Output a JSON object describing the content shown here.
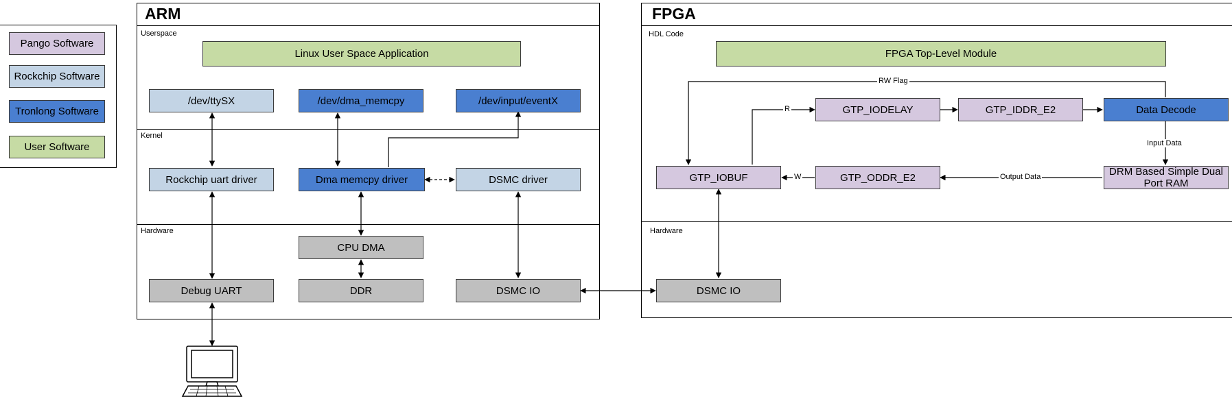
{
  "legend": {
    "items": [
      {
        "label": "Pango Software",
        "color": "#d5c8df"
      },
      {
        "label": "Rockchip Software",
        "color": "#c3d4e5"
      },
      {
        "label": "Tronlong Software",
        "color": "#4a7fd0"
      },
      {
        "label": "User Software",
        "color": "#c6dba4"
      }
    ]
  },
  "arm": {
    "title": "ARM",
    "userspace": {
      "label": "Userspace",
      "app": "Linux User Space Application",
      "nodes": [
        "/dev/ttySX",
        "/dev/dma_memcpy",
        "/dev/input/eventX"
      ]
    },
    "kernel": {
      "label": "Kernel",
      "drivers": [
        "Rockchip uart driver",
        "Dma memcpy driver",
        "DSMC driver"
      ]
    },
    "hardware": {
      "label": "Hardware",
      "cpu_dma": "CPU DMA",
      "blocks": [
        "Debug UART",
        "DDR",
        "DSMC IO"
      ]
    }
  },
  "fpga": {
    "title": "FPGA",
    "hdl": {
      "label": "HDL Code",
      "top": "FPGA Top-Level Module",
      "iobuf": "GTP_IOBUF",
      "iodelay": "GTP_IODELAY",
      "iddr": "GTP_IDDR_E2",
      "decode": "Data Decode",
      "oddr": "GTP_ODDR_E2",
      "ram": "DRM Based Simple Dual Port RAM",
      "wires": {
        "rw_flag": "RW Flag",
        "r": "R",
        "w": "W",
        "input_data": "Input Data",
        "output_data": "Output Data"
      }
    },
    "hardware": {
      "label": "Hardware",
      "dsmc_io": "DSMC IO"
    }
  },
  "icons": {
    "computer": "desktop-computer-icon"
  },
  "colors": {
    "pango": "#d5c8df",
    "rockchip": "#c3d4e5",
    "tronlong": "#4a7fd0",
    "user": "#c6dba4",
    "hardware": "#bfbfbf"
  }
}
